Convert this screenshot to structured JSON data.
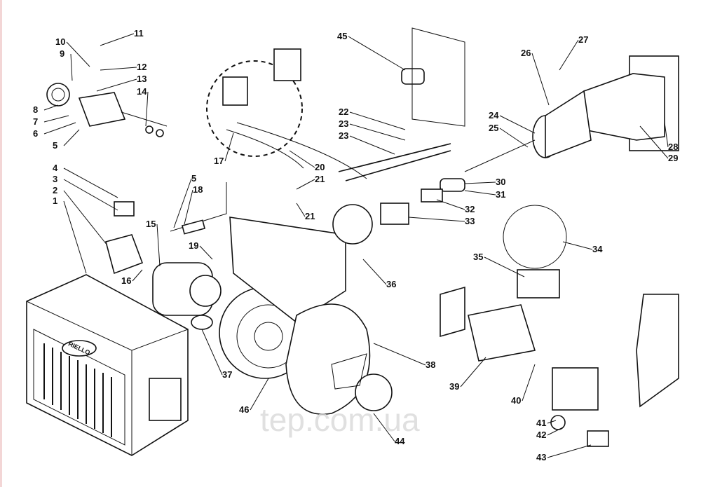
{
  "diagram": {
    "type": "exploded parts diagram (burner)",
    "brand_on_casing": "RIELLO",
    "watermark": "tep.com.ua",
    "part_labels": [
      "11",
      "10",
      "9",
      "12",
      "13",
      "14",
      "8",
      "7",
      "6",
      "5",
      "45",
      "27",
      "26",
      "22",
      "23",
      "23",
      "24",
      "25",
      "17",
      "20",
      "21",
      "4",
      "3",
      "2",
      "1",
      "5",
      "18",
      "28",
      "29",
      "30",
      "31",
      "32",
      "33",
      "21",
      "15",
      "19",
      "34",
      "35",
      "16",
      "36",
      "37",
      "38",
      "39",
      "46",
      "40",
      "41",
      "42",
      "44",
      "43"
    ]
  }
}
